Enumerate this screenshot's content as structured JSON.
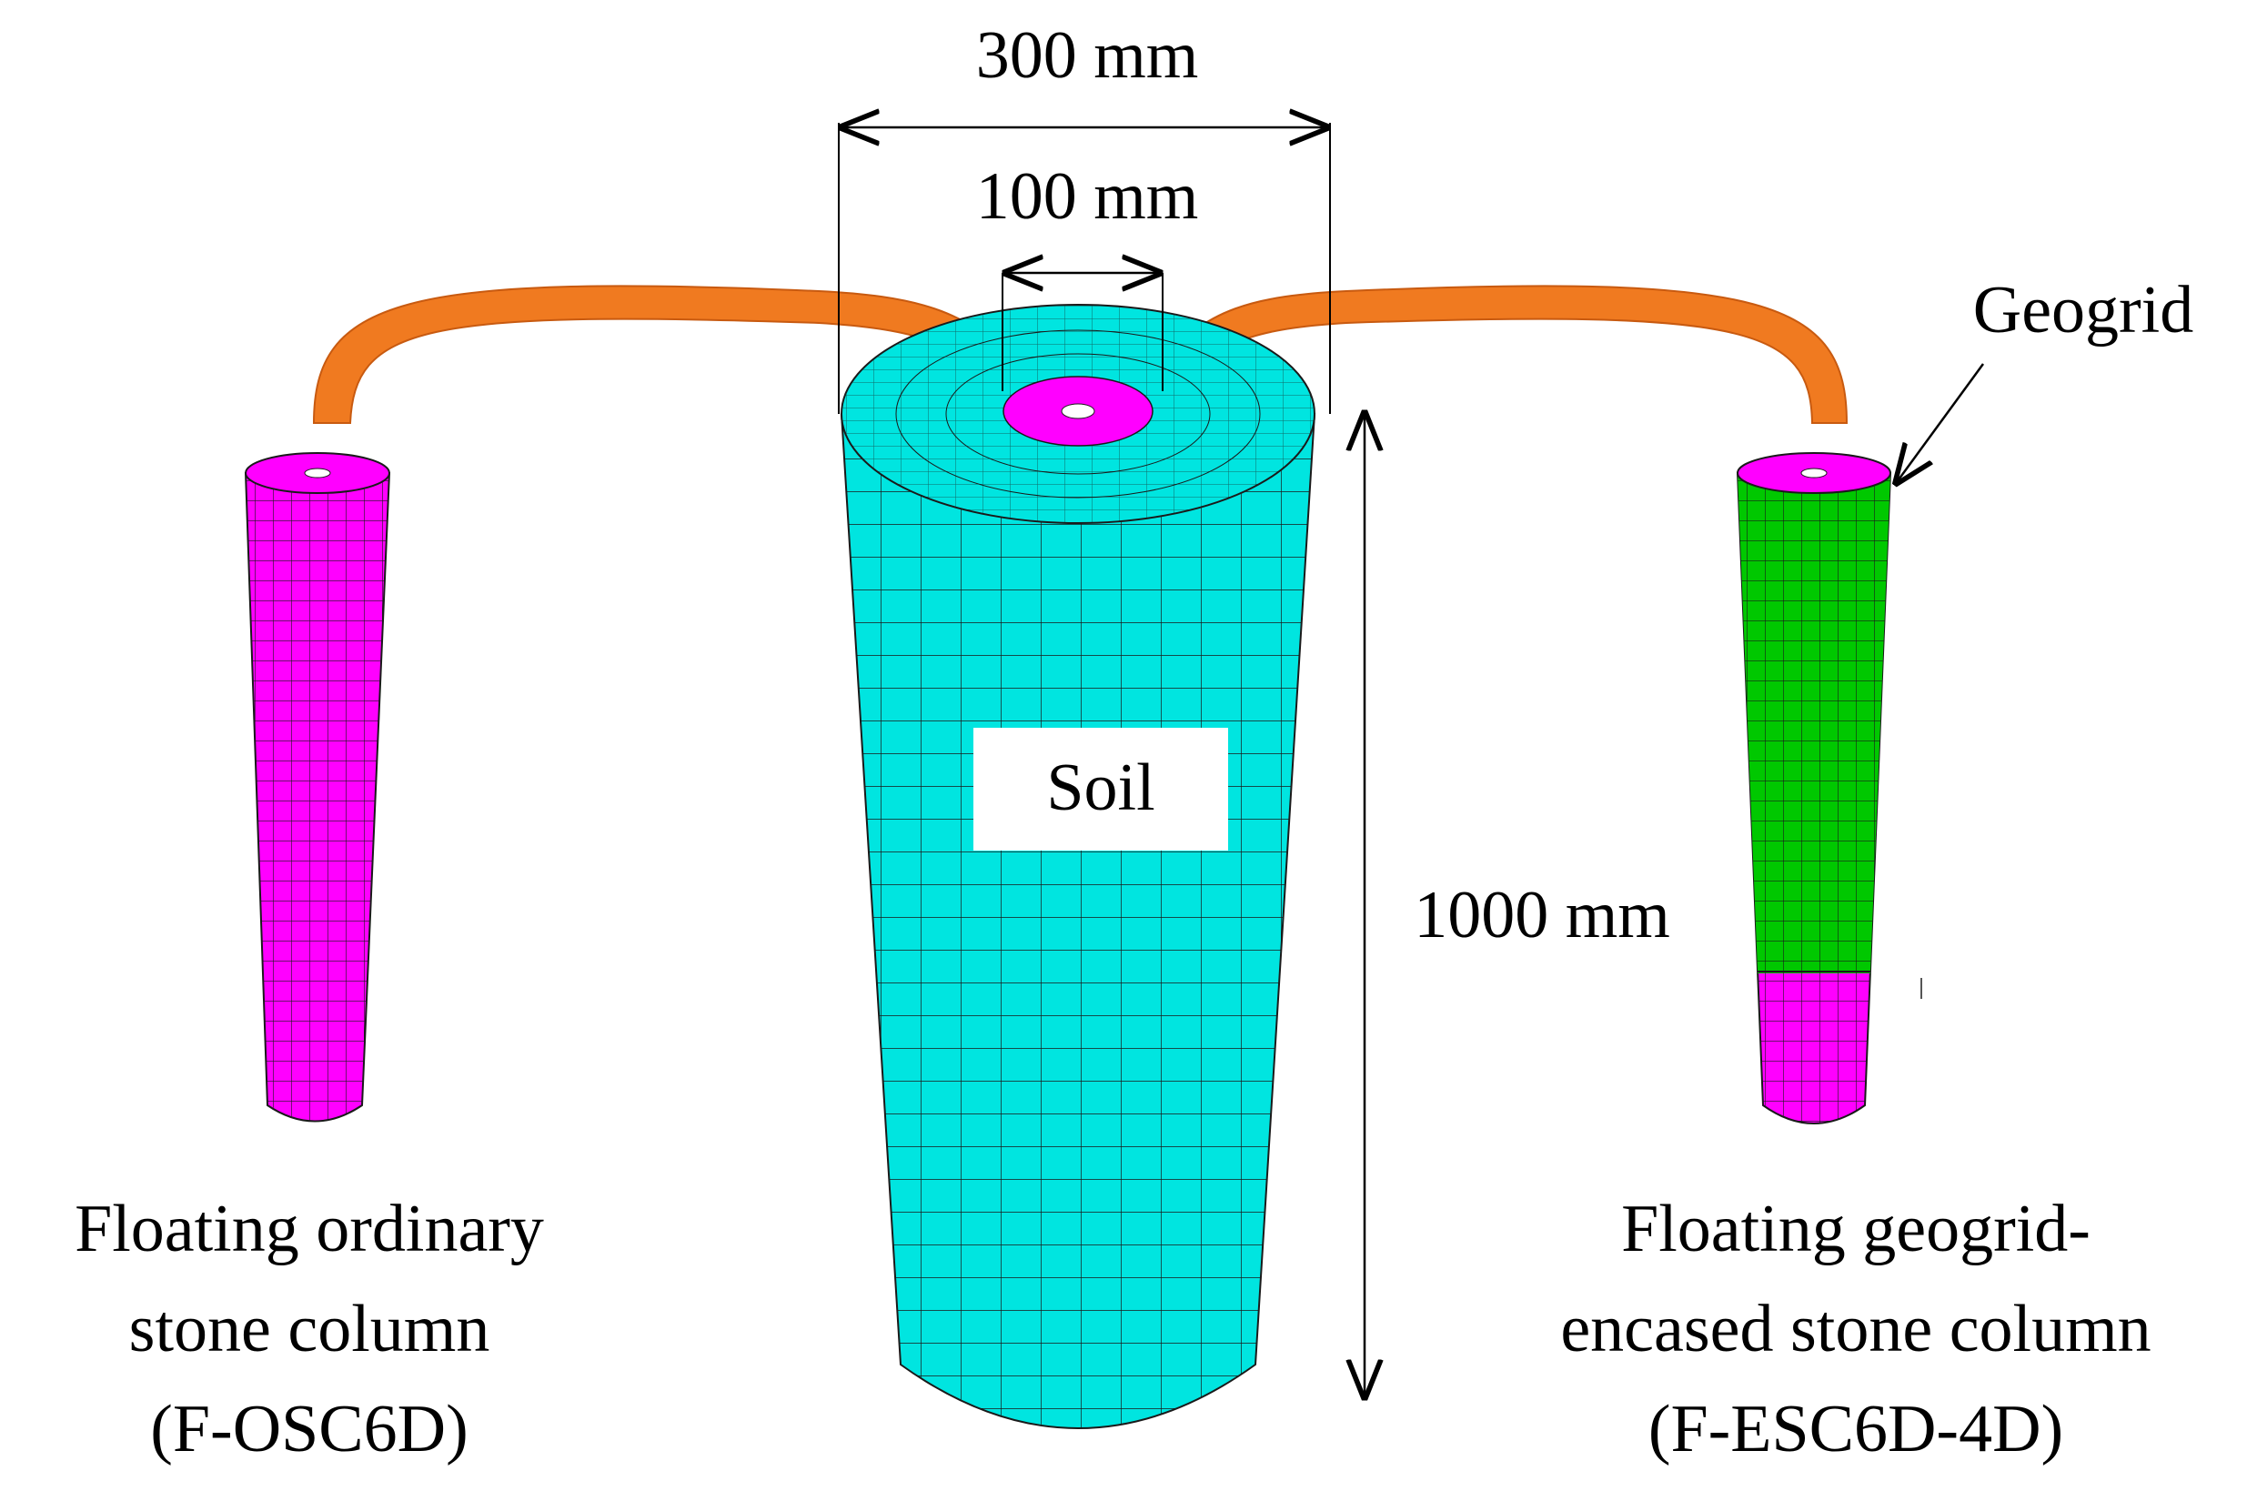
{
  "dimensions": {
    "outer_diameter": "300 mm",
    "inner_diameter": "100 mm",
    "height": "1000 mm"
  },
  "labels": {
    "soil": "Soil",
    "geogrid": "Geogrid"
  },
  "left_column": {
    "caption_line1": "Floating ordinary",
    "caption_line2": "stone column",
    "caption_line3": "(F-OSC6D)"
  },
  "right_column": {
    "caption_line1": "Floating geogrid-",
    "caption_line2": "encased stone column",
    "caption_line3": "(F-ESC6D-4D)"
  },
  "colors": {
    "soil": "#00e5e0",
    "stone_column": "#ff00ff",
    "geogrid": "#00c800",
    "arrow": "#f07a20",
    "mesh_line": "#1a1a1a",
    "dimension_line": "#000000"
  }
}
